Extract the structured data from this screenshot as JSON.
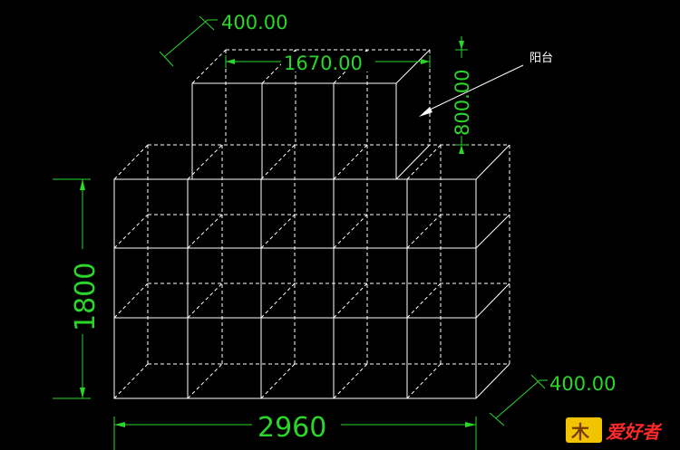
{
  "dimensions": {
    "balcony_depth": "400.00",
    "balcony_width": "1670.00",
    "balcony_height": "800.00",
    "cabinet_height": "1800",
    "cabinet_width": "2960",
    "cabinet_depth": "400.00"
  },
  "annotation": {
    "label": "阳台"
  },
  "watermark": {
    "logo_glyph": "木",
    "text": "爱好者"
  },
  "colors": {
    "background": "#000000",
    "lines": "#ffffff",
    "dimension": "#2bd62b",
    "watermark": "#ff2a2a"
  }
}
